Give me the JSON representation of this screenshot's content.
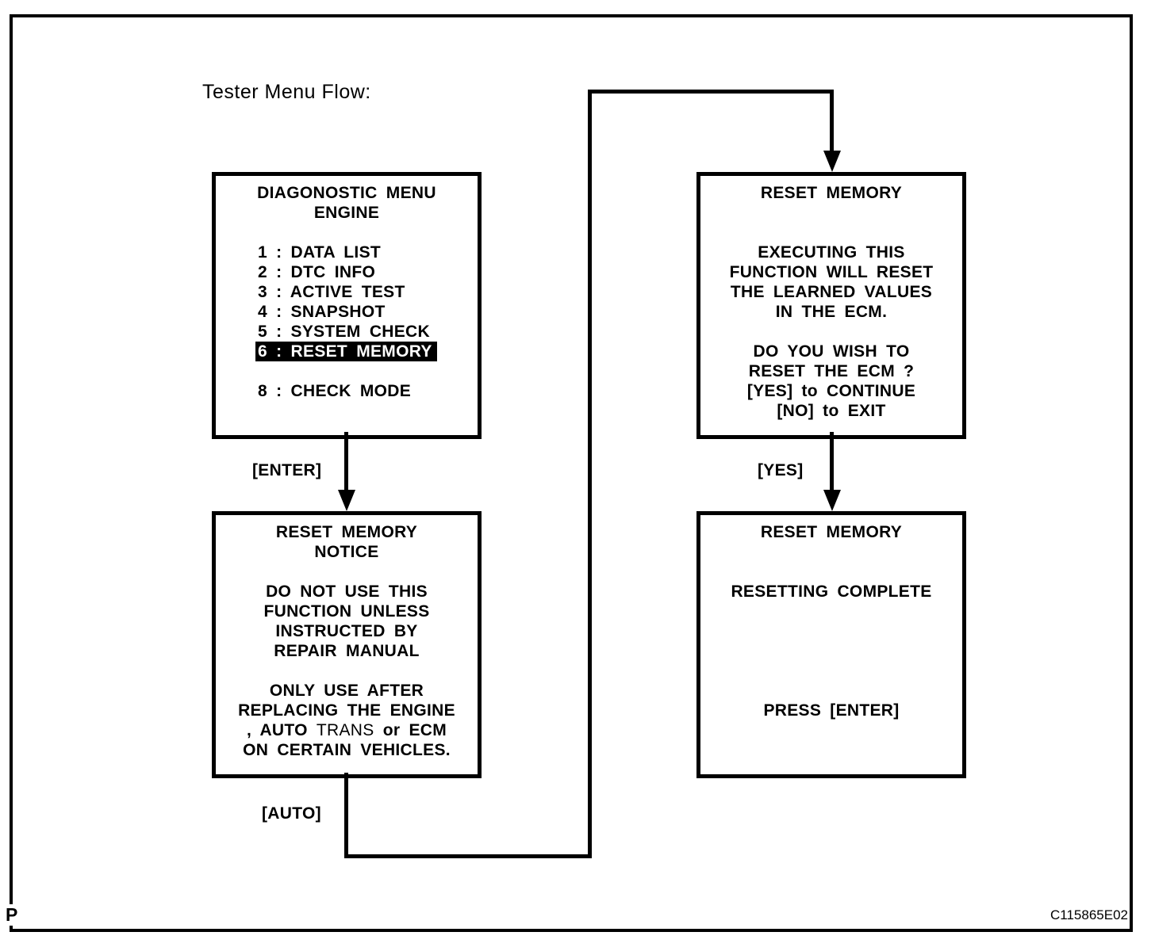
{
  "page": {
    "title": "Tester Menu Flow:",
    "page_marker": "P",
    "figure_code": "C115865E02"
  },
  "flow_labels": {
    "enter": "[ENTER]",
    "yes": "[YES]",
    "auto": "[AUTO]"
  },
  "boxes": {
    "diagnostic_menu": {
      "heading": [
        "DIAGONOSTIC MENU",
        "ENGINE"
      ],
      "items": [
        "",
        "1 : DATA LIST",
        "2 : DTC INFO",
        "3 : ACTIVE TEST",
        "4 : SNAPSHOT",
        "5 : SYSTEM CHECK",
        {
          "text": "6 : RESET MEMORY",
          "highlight": true
        },
        "",
        "8 : CHECK MODE"
      ]
    },
    "reset_confirm": {
      "heading": [
        "RESET MEMORY"
      ],
      "lines": [
        "",
        "",
        "EXECUTING THIS",
        "FUNCTION WILL RESET",
        "THE LEARNED VALUES",
        "IN THE ECM.",
        "",
        "DO YOU WISH TO",
        "RESET THE ECM ?",
        "[YES] to CONTINUE",
        "[NO] to EXIT"
      ]
    },
    "reset_notice": {
      "heading": [
        "RESET MEMORY",
        "NOTICE"
      ],
      "lines": [
        "",
        "DO NOT USE THIS",
        "FUNCTION UNLESS",
        "INSTRUCTED BY",
        "REPAIR MANUAL",
        "",
        "ONLY USE AFTER",
        "REPLACING THE ENGINE",
        {
          "segments": [
            {
              "text": ", AUTO ",
              "bold": true
            },
            {
              "text": "TRANS",
              "bold": false
            },
            {
              "text": " or ECM",
              "bold": true
            }
          ]
        },
        "ON CERTAIN VEHICLES."
      ]
    },
    "reset_complete": {
      "heading": [
        "RESET MEMORY"
      ],
      "lines": [
        "",
        "",
        "RESETTING COMPLETE",
        "",
        "",
        "",
        "",
        "",
        "PRESS [ENTER]"
      ]
    }
  },
  "colors": {
    "ink": "#000000",
    "background": "#ffffff",
    "highlight_bg": "#000000",
    "highlight_fg": "#ffffff"
  }
}
